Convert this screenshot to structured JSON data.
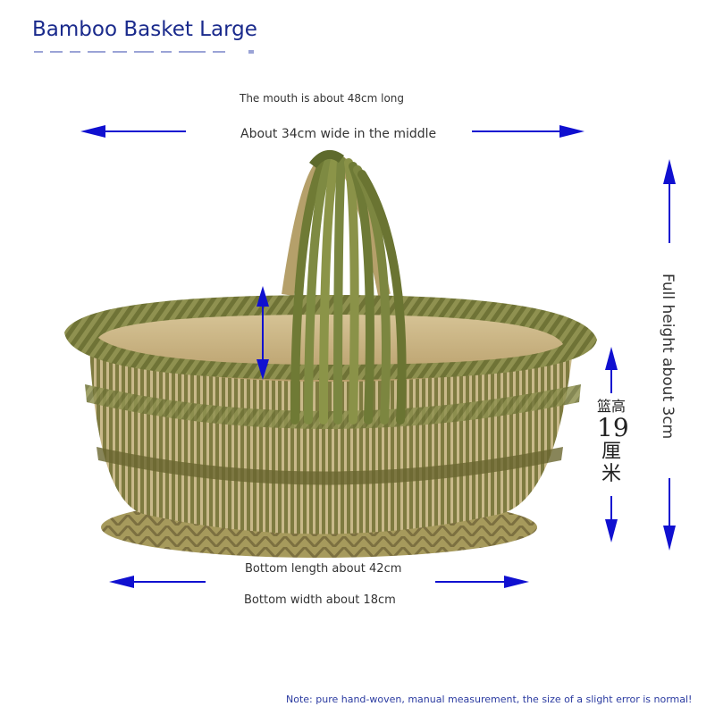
{
  "header": {
    "title": "Bamboo Basket Large"
  },
  "dimensions": {
    "mouth_length": "The mouth is about 48cm long",
    "middle_width": "About 34cm wide in the middle",
    "bottom_length": "Bottom length about 42cm",
    "bottom_width": "Bottom width about 18cm",
    "full_height": "Full height about 3cm",
    "basket_height_label": "篮高",
    "basket_height_value": "19",
    "basket_height_unit_1": "厘",
    "basket_height_unit_2": "米"
  },
  "footer": {
    "note": "Note: pure hand-woven, manual measurement, the size of a slight error is normal!"
  },
  "colors": {
    "arrow": "#1010d0",
    "title": "#1a2a8c",
    "note": "#2a3aa0"
  }
}
